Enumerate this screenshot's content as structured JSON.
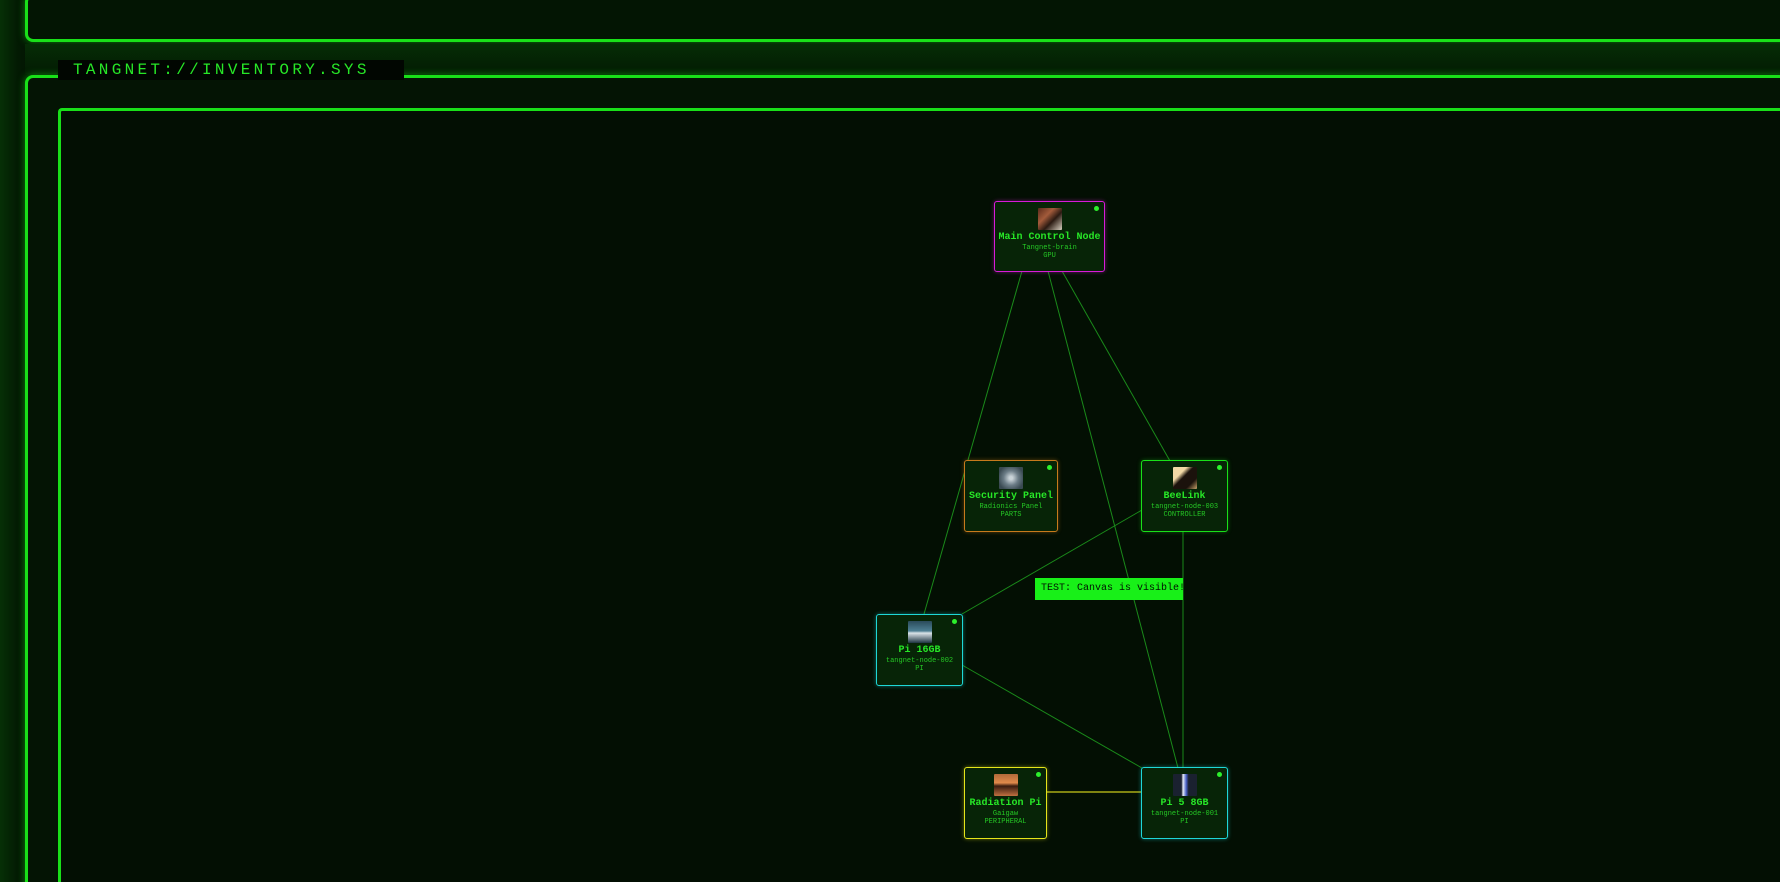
{
  "app": {
    "title": "TANGNET://INVENTORY.SYS"
  },
  "colors": {
    "primary": "#19e019",
    "magenta": "#d81bd8",
    "orange": "#c77a1c",
    "cyan": "#1ed7d7",
    "yellow": "#e5e51a",
    "banner": "#18f018"
  },
  "banner": {
    "text": "TEST: Canvas is visible!"
  },
  "nodes": [
    {
      "id": "main-control",
      "name": "Main Control Node",
      "host": "Tangnet-brain",
      "role": "GPU",
      "accent": "magenta",
      "icon": "main-control-thumbnail-icon",
      "online": true
    },
    {
      "id": "security-panel",
      "name": "Security Panel",
      "host": "Radionics Panel",
      "role": "PARTS",
      "accent": "orange",
      "icon": "security-panel-thumbnail-icon",
      "online": true
    },
    {
      "id": "beelink",
      "name": "BeeLink",
      "host": "tangnet-node-003",
      "role": "CONTROLLER",
      "accent": "green",
      "icon": "beelink-thumbnail-icon",
      "online": true
    },
    {
      "id": "pi16",
      "name": "Pi 16GB",
      "host": "tangnet-node-002",
      "role": "PI",
      "accent": "cyan",
      "icon": "pi16-thumbnail-icon",
      "online": true
    },
    {
      "id": "radiation-pi",
      "name": "Radiation Pi",
      "host": "Gaigaw",
      "role": "PERIPHERAL",
      "accent": "yellow",
      "icon": "radiation-pi-thumbnail-icon",
      "online": true
    },
    {
      "id": "pi5",
      "name": "Pi 5 8GB",
      "host": "tangnet-node-001",
      "role": "PI",
      "accent": "cyan",
      "icon": "pi5-thumbnail-icon",
      "online": true
    }
  ],
  "links": [
    {
      "from": "main-control",
      "to": "pi16"
    },
    {
      "from": "main-control",
      "to": "pi5"
    },
    {
      "from": "main-control",
      "to": "beelink"
    },
    {
      "from": "beelink",
      "to": "pi16"
    },
    {
      "from": "beelink",
      "to": "pi5"
    },
    {
      "from": "pi16",
      "to": "pi5"
    },
    {
      "from": "radiation-pi",
      "to": "pi5",
      "highlight": true
    }
  ]
}
